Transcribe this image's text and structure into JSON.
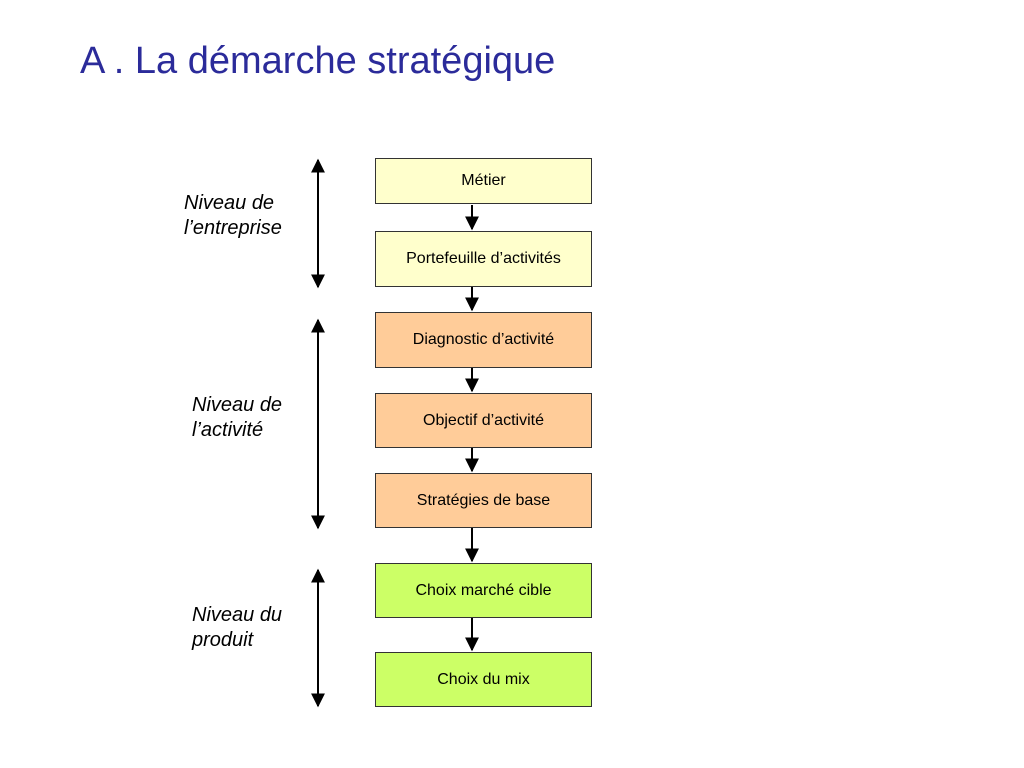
{
  "slide": {
    "title": "A . La démarche stratégique"
  },
  "levels": [
    {
      "label": "Niveau de\nl’entreprise",
      "color": "#000000"
    },
    {
      "label": "Niveau de\nl’activité",
      "color": "#000000"
    },
    {
      "label": "Niveau du\nproduit",
      "color": "#000000"
    }
  ],
  "steps": [
    {
      "label": "Métier",
      "level": 0,
      "fill": "#ffffcc"
    },
    {
      "label": "Portefeuille d’activités",
      "level": 0,
      "fill": "#ffffcc"
    },
    {
      "label": "Diagnostic d’activité",
      "level": 1,
      "fill": "#ffcc99"
    },
    {
      "label": "Objectif d’activité",
      "level": 1,
      "fill": "#ffcc99"
    },
    {
      "label": "Stratégies de base",
      "level": 1,
      "fill": "#ffcc99"
    },
    {
      "label": "Choix marché cible",
      "level": 2,
      "fill": "#ccff66"
    },
    {
      "label": "Choix du mix",
      "level": 2,
      "fill": "#ccff66"
    }
  ],
  "colors": {
    "title": "#2b2b9a",
    "border": "#333333",
    "arrow": "#000000"
  }
}
